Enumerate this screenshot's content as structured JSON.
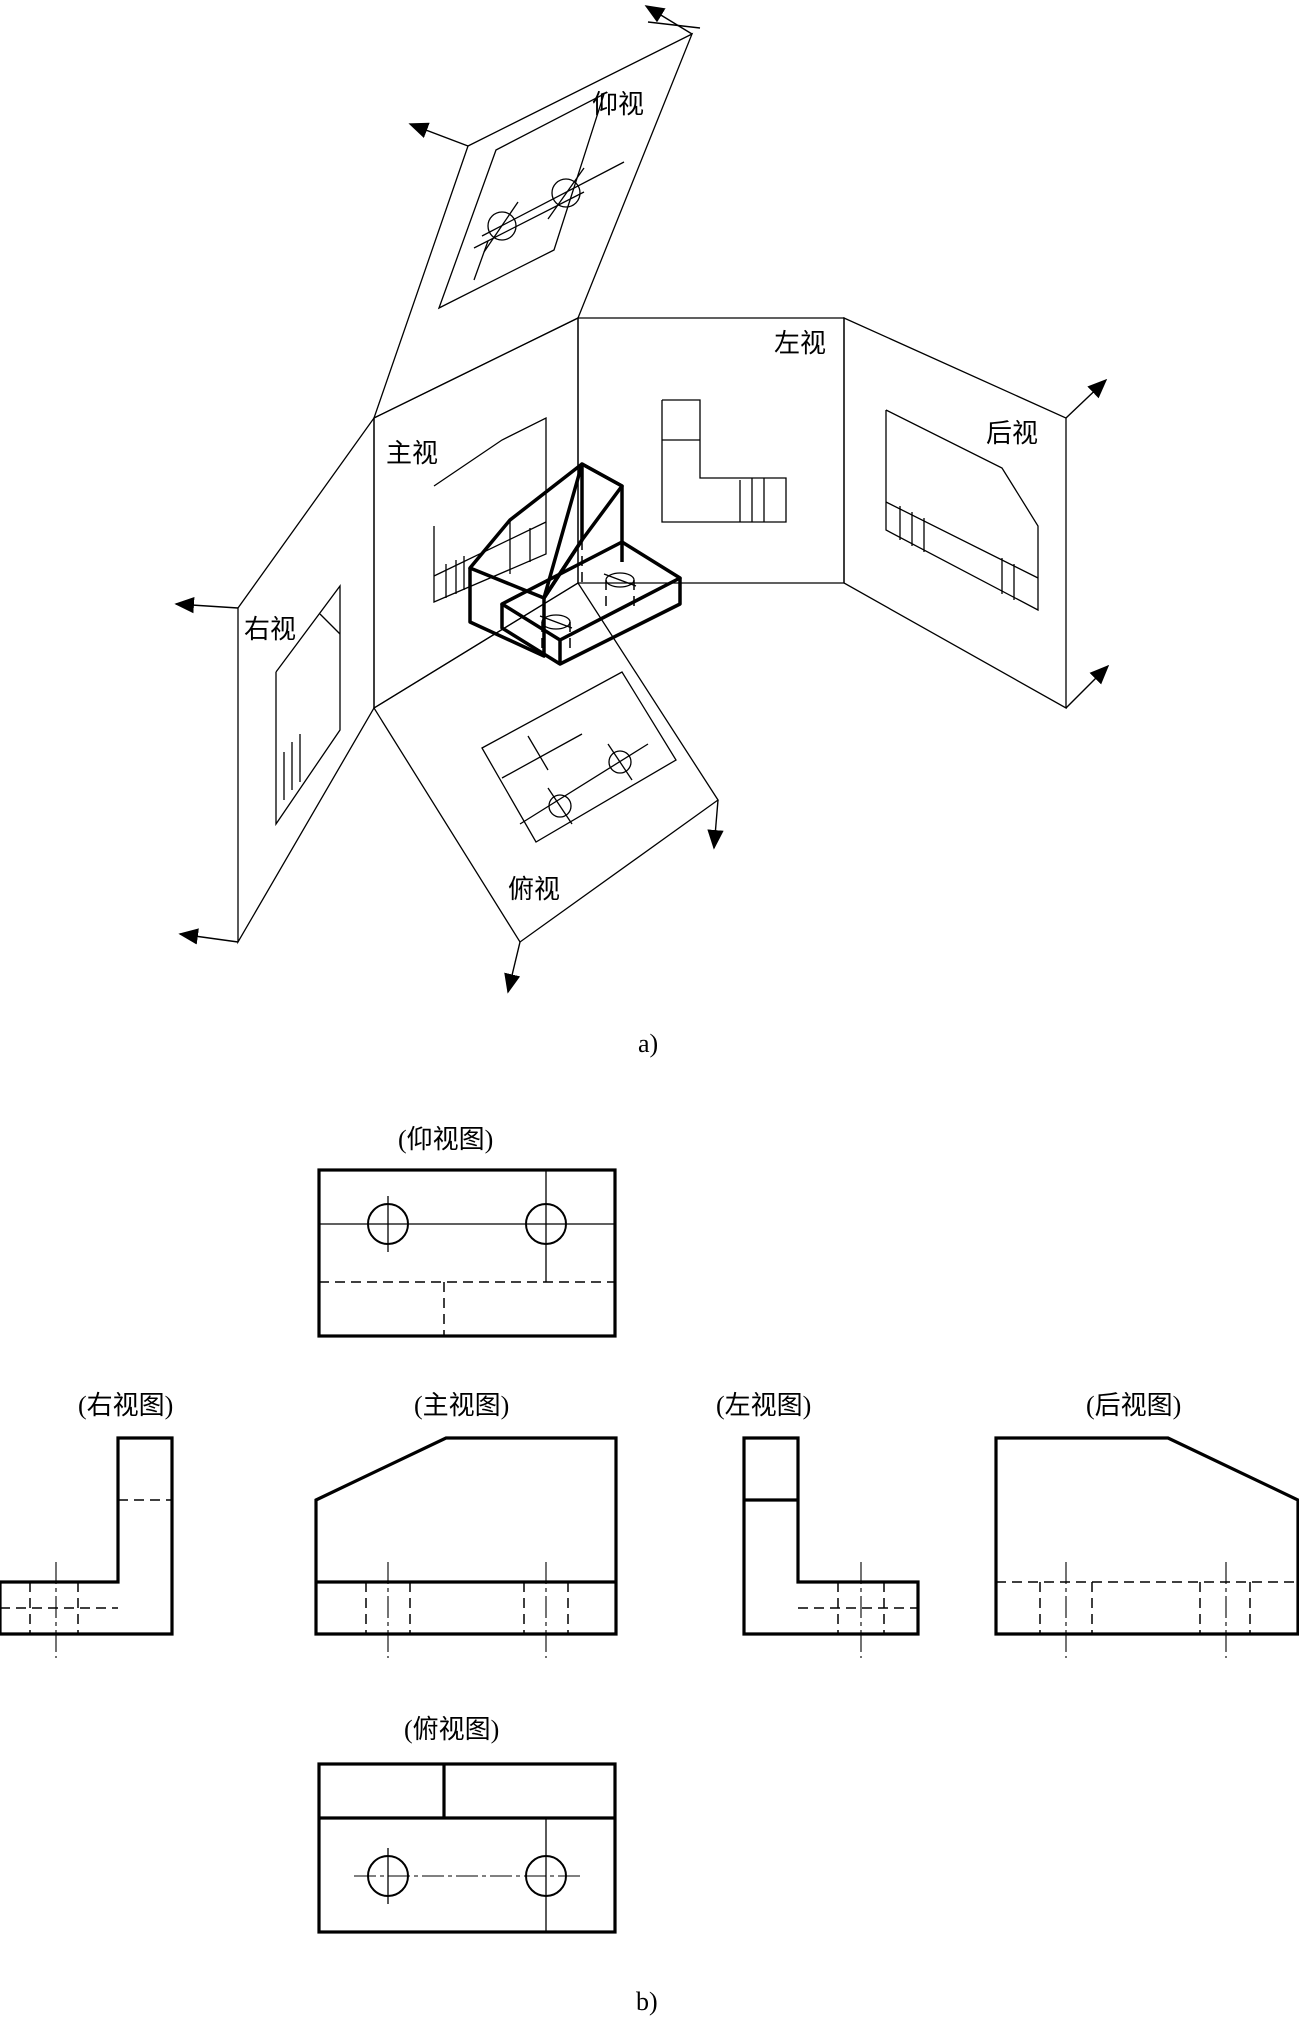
{
  "figure_a": {
    "caption": "a)",
    "labels": {
      "bottom_view": "仰视",
      "left_view": "左视",
      "front_view": "主视",
      "rear_view": "后视",
      "right_view": "右视",
      "top_view": "俯视"
    }
  },
  "figure_b": {
    "caption": "b)",
    "titles": {
      "bottom_view": "(仰视图)",
      "right_view": "(右视图)",
      "front_view": "(主视图)",
      "left_view": "(左视图)",
      "rear_view": "(后视图)",
      "top_view": "(俯视图)"
    }
  }
}
